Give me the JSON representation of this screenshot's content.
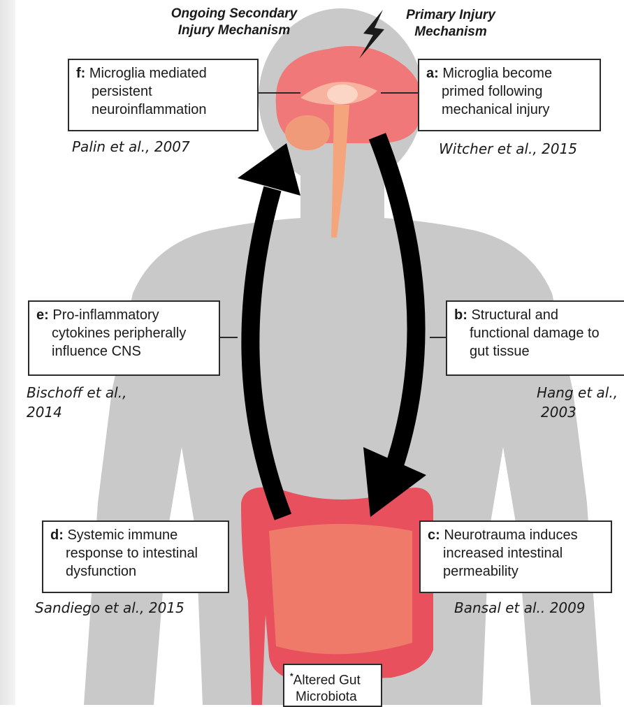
{
  "labels": {
    "secondary_line1": "Ongoing Secondary",
    "secondary_line2": "Injury Mechanism",
    "primary_line1": "Primary Injury",
    "primary_line2": "Mechanism"
  },
  "boxes": {
    "a": {
      "key": "a:",
      "lines": [
        "Microglia become",
        "primed following",
        "mechanical injury"
      ],
      "citation": "Witcher et al., 2015"
    },
    "b": {
      "key": "b:",
      "lines": [
        "Structural and",
        "functional damage to",
        "gut tissue"
      ],
      "citation_line1": "Hang et al.,",
      "citation_line2": "2003"
    },
    "c": {
      "key": "c:",
      "lines": [
        "Neurotrauma induces",
        "increased intestinal",
        "permeability"
      ],
      "citation": "Bansal et al.. 2009"
    },
    "d": {
      "key": "d:",
      "lines": [
        "Systemic immune",
        "response to intestinal",
        "dysfunction"
      ],
      "citation": "Sandiego et al., 2015"
    },
    "e": {
      "key": "e:",
      "lines": [
        "Pro-inflammatory",
        "cytokines peripherally",
        "influence CNS"
      ],
      "citation_line1": "Bischoff et al.,",
      "citation_line2": "2014"
    },
    "f": {
      "key": "f:",
      "lines": [
        "Microglia mediated",
        "persistent",
        "neuroinflammation"
      ],
      "citation": "Palin et al., 2007"
    }
  },
  "microbiota": {
    "marker": "*",
    "line1": "Altered Gut",
    "line2": "Microbiota"
  },
  "colors": {
    "silhouette": "#c9c9c9",
    "brain": "#f07878",
    "brainstem": "#f5a57c",
    "colon": "#e8505e",
    "small_intestine": "#f07a6a",
    "arrow": "#000000",
    "background_left": "#eeeeee"
  }
}
